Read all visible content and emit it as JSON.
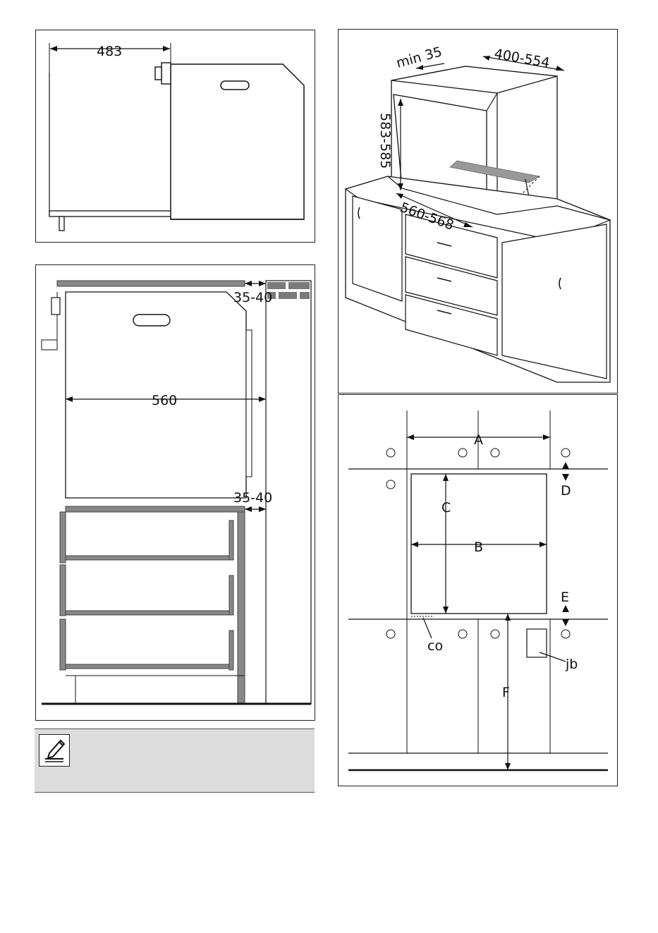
{
  "panel_side_view": {
    "depth_label": "483"
  },
  "panel_niche_3d": {
    "min_label": "min 35",
    "top_opening_label": "400-554",
    "height_label": "583-585",
    "width_label": "560-568",
    "asterisk_label": "*"
  },
  "panel_wall_section": {
    "top_gap_label": "35-40",
    "width_label": "560",
    "bottom_gap_label": "35-40"
  },
  "panel_front_layout": {
    "label_a": "A",
    "label_b": "B",
    "label_c": "C",
    "label_d": "D",
    "label_e": "E",
    "label_f": "F",
    "label_co": "co",
    "label_jb": "jb"
  },
  "note_box": {
    "icon": "pencil-note-icon",
    "text": ""
  }
}
